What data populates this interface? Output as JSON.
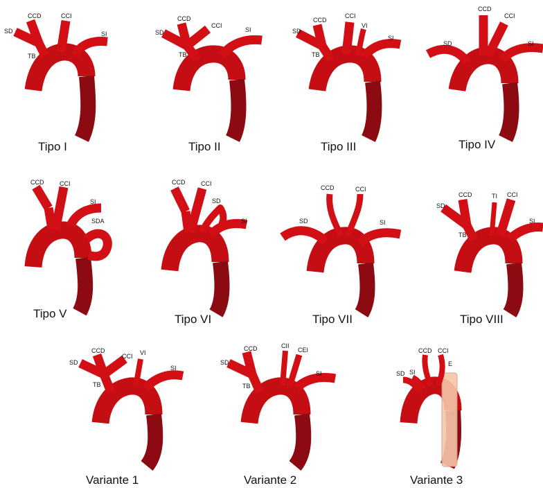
{
  "panels": [
    {
      "caption": "Tipo I",
      "labels": [
        "SD",
        "CCD",
        "CCI",
        "SI",
        "TB"
      ]
    },
    {
      "caption": "Tipo II",
      "labels": [
        "SD",
        "CCD",
        "CCI",
        "SI",
        "TB"
      ]
    },
    {
      "caption": "Tipo III",
      "labels": [
        "SD",
        "CCD",
        "CCI",
        "VI",
        "SI",
        "TB"
      ]
    },
    {
      "caption": "Tipo IV",
      "labels": [
        "SD",
        "CCD",
        "CCI",
        "SI"
      ]
    },
    {
      "caption": "Tipo V",
      "labels": [
        "CCD",
        "CCI",
        "SI",
        "SDA"
      ]
    },
    {
      "caption": "Tipo VI",
      "labels": [
        "CCD",
        "CCI",
        "SD",
        "SI"
      ]
    },
    {
      "caption": "Tipo VII",
      "labels": [
        "CCD",
        "CCI",
        "SD",
        "SI"
      ]
    },
    {
      "caption": "Tipo VIII",
      "labels": [
        "SD",
        "CCD",
        "TI",
        "CCI",
        "SI",
        "TB"
      ]
    },
    {
      "caption": "Variante 1",
      "labels": [
        "SD",
        "CCD",
        "CCI",
        "VI",
        "SI",
        "TB"
      ]
    },
    {
      "caption": "Variante 2",
      "labels": [
        "SD",
        "CCD",
        "CII",
        "CEI",
        "SI",
        "TB"
      ]
    },
    {
      "caption": "Variante 3",
      "labels": [
        "SD",
        "SI",
        "CCD",
        "CCI",
        "E"
      ]
    }
  ]
}
